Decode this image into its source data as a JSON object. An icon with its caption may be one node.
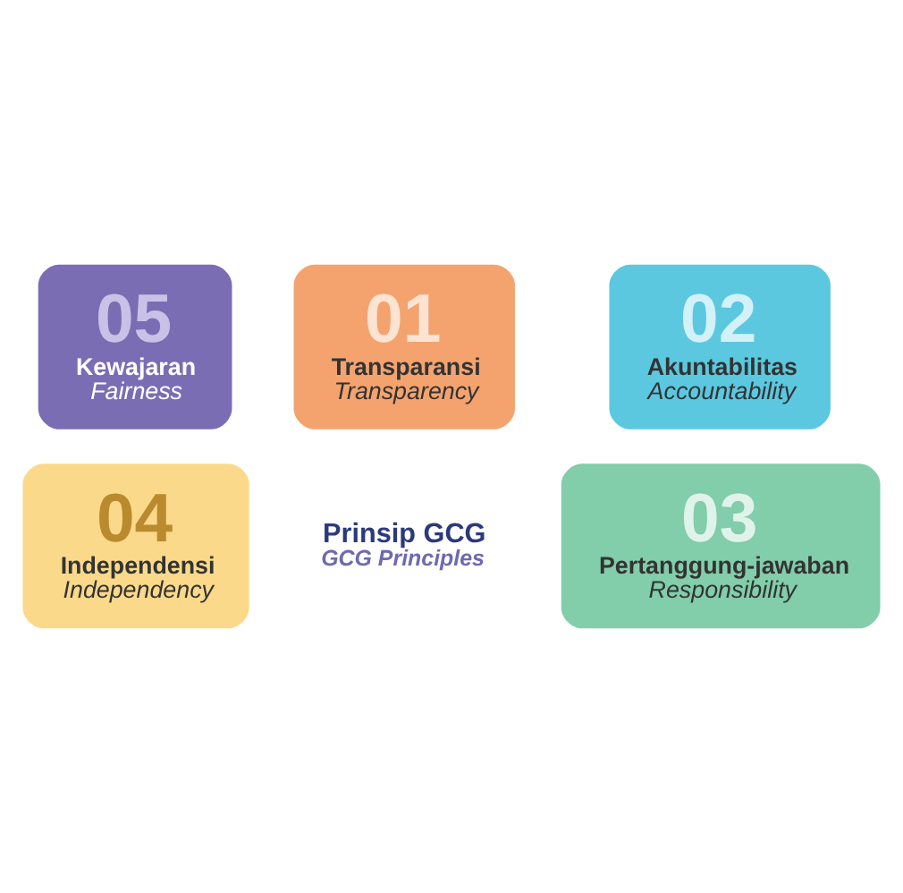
{
  "diagram": {
    "nodes": [
      {
        "text": [
          "01",
          "Transparansi",
          "Transparency"
        ]
      },
      {
        "text": [
          "02",
          "Akuntabilitas",
          "Accountability"
        ]
      },
      {
        "text": [
          "03",
          "Pertanggung-jawaban",
          "Responsibility"
        ]
      },
      {
        "text": [
          "04",
          "Independensi",
          "Independency"
        ]
      },
      {
        "text": [
          "05",
          "Kewajaran",
          "Fairness"
        ]
      },
      {
        "text": [
          "Prinsip GCG",
          "GCG Principles"
        ]
      }
    ]
  }
}
